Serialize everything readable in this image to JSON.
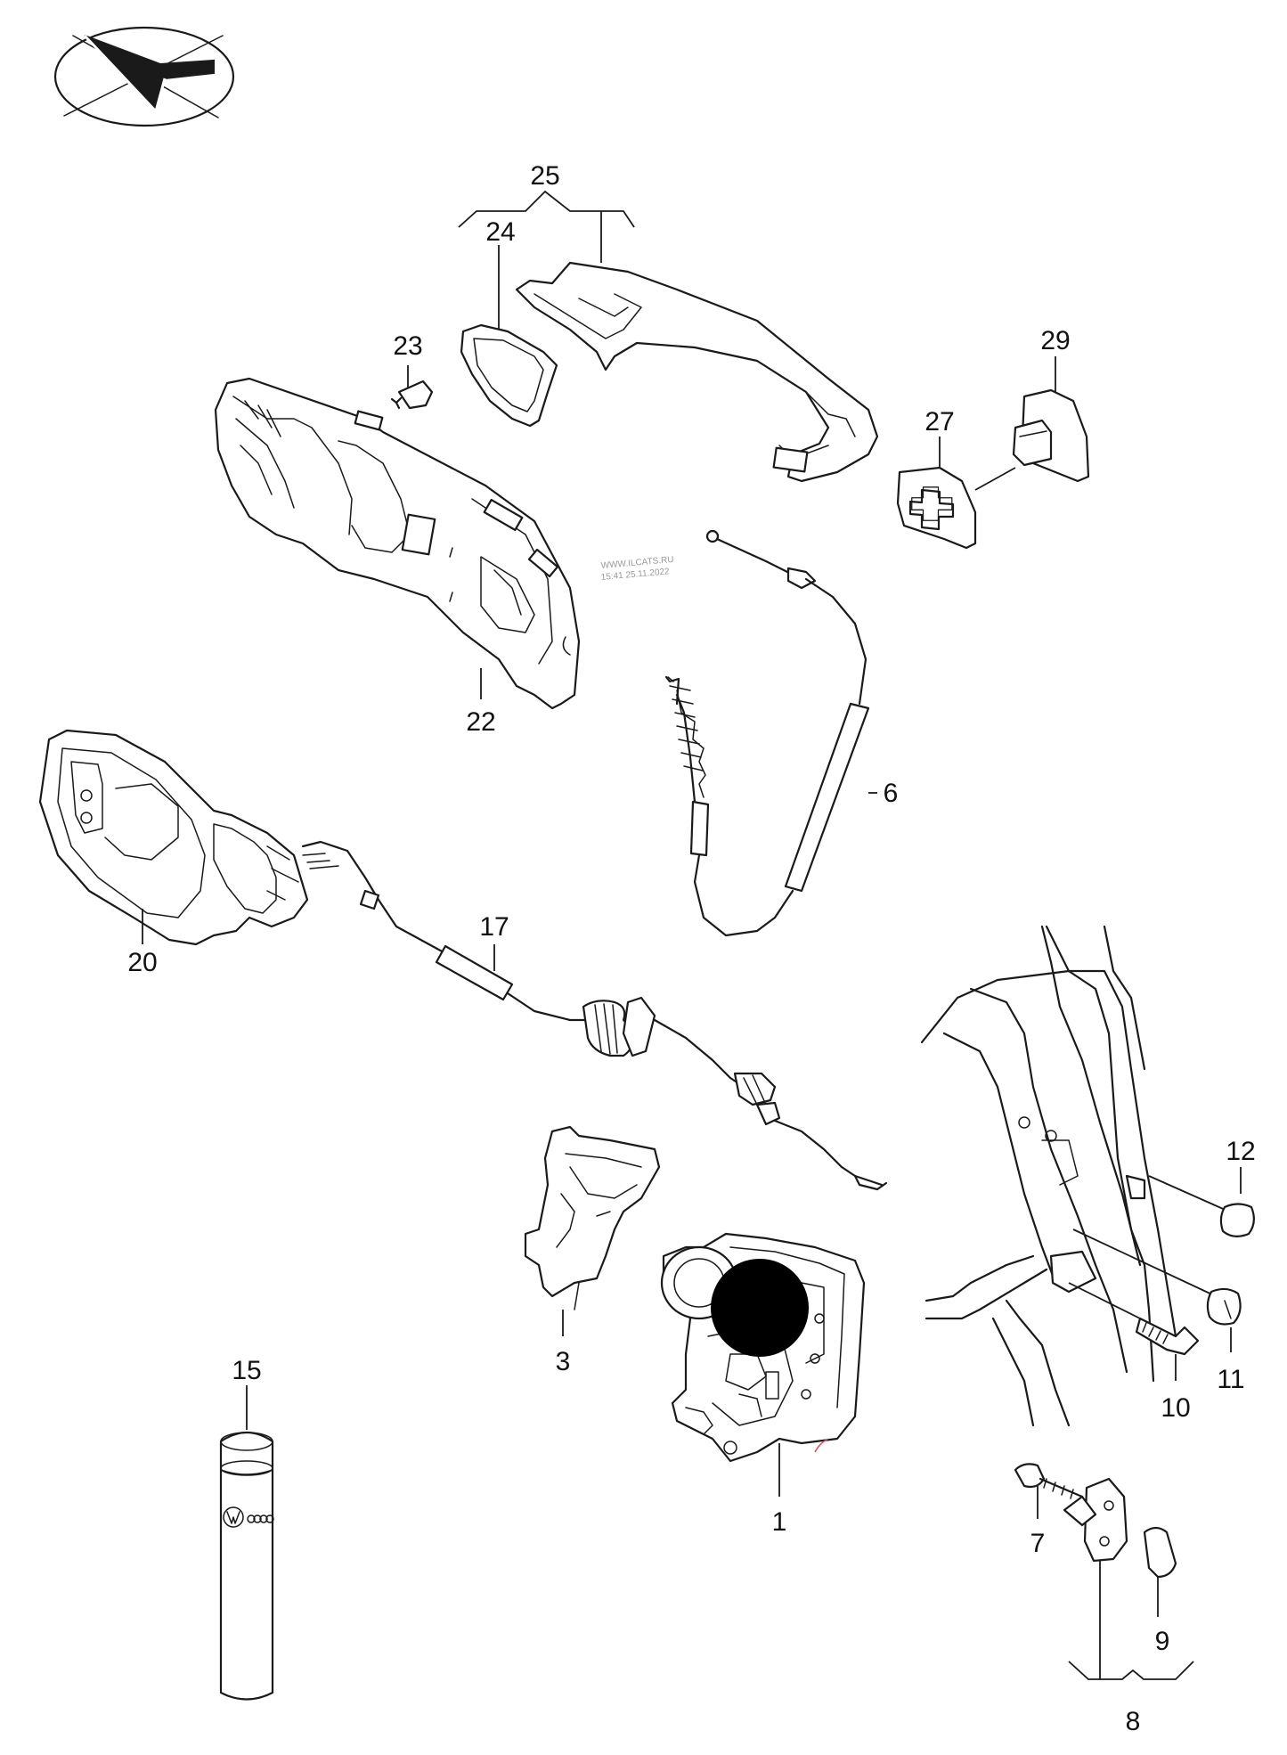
{
  "watermark": {
    "line1": "WWW.ILCATS.RU",
    "line2": "15:41 25.11.2022"
  },
  "icons": {
    "orientation": "direction-arrow-icon",
    "spray_logo": "vw-logo-icon"
  },
  "colors": {
    "line": "#1a1a1a",
    "background": "#ffffff",
    "marker_dot": "#000000",
    "watermark": "#9a9a9a"
  },
  "callouts": [
    {
      "id": "1",
      "label": "1"
    },
    {
      "id": "3",
      "label": "3"
    },
    {
      "id": "6",
      "label": "6"
    },
    {
      "id": "7",
      "label": "7"
    },
    {
      "id": "8",
      "label": "8"
    },
    {
      "id": "9",
      "label": "9"
    },
    {
      "id": "10",
      "label": "10"
    },
    {
      "id": "11",
      "label": "11"
    },
    {
      "id": "12",
      "label": "12"
    },
    {
      "id": "15",
      "label": "15"
    },
    {
      "id": "17",
      "label": "17"
    },
    {
      "id": "20",
      "label": "20"
    },
    {
      "id": "22",
      "label": "22"
    },
    {
      "id": "23",
      "label": "23"
    },
    {
      "id": "24",
      "label": "24"
    },
    {
      "id": "25",
      "label": "25"
    },
    {
      "id": "27",
      "label": "27"
    },
    {
      "id": "29",
      "label": "29"
    }
  ]
}
